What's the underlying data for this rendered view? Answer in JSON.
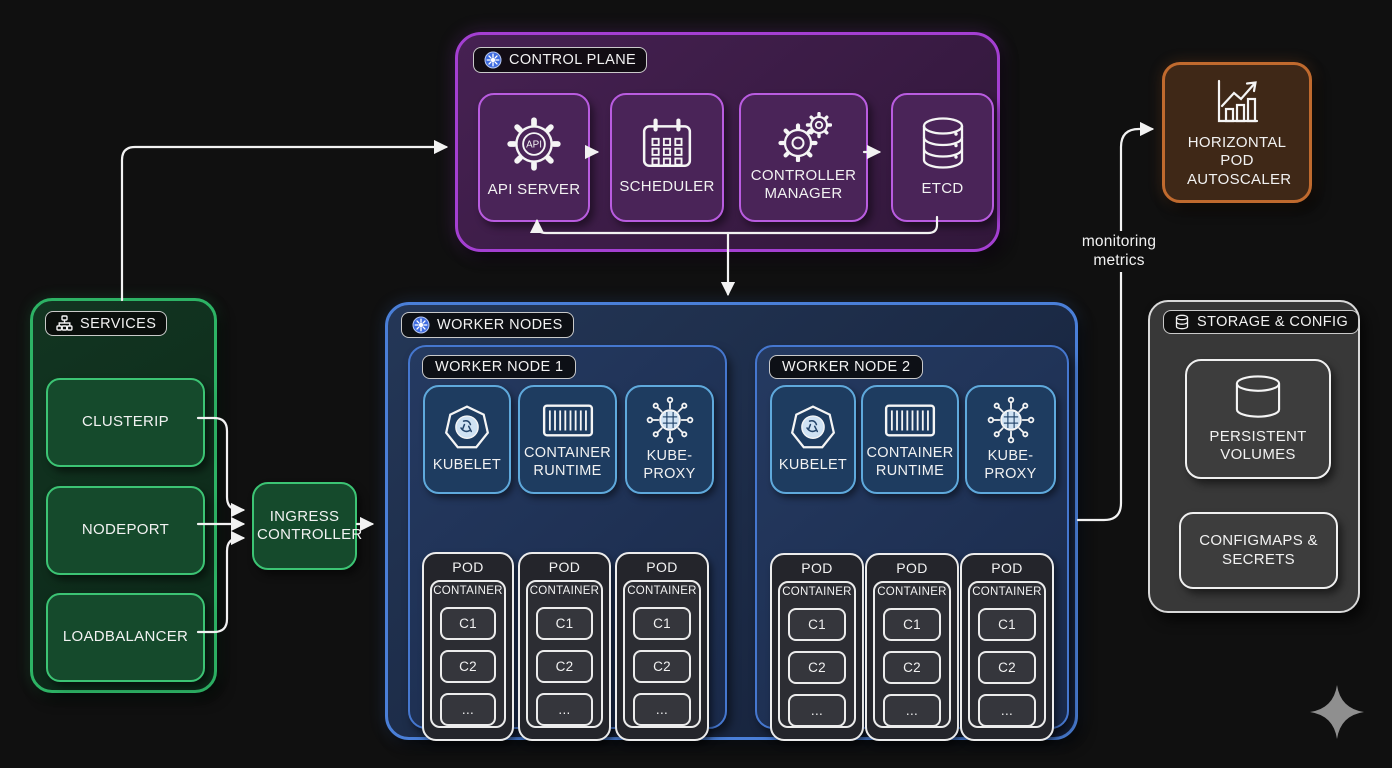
{
  "colors": {
    "background": "#101010",
    "purple_accent": "#a43fd2",
    "blue_accent": "#4a7fd8",
    "light_blue_accent": "#5fa9dc",
    "green_accent": "#2db365",
    "orange_accent": "#c06a2e",
    "gray_accent": "#d9d9d9",
    "wire": "#f2f2f2",
    "k8s_icon_blue": "#3f6ce0"
  },
  "control_plane": {
    "label": "CONTROL PLANE",
    "badge_icon": "kubernetes-wheel-icon",
    "components": [
      {
        "label": "API SERVER",
        "icon": "api-gear-icon",
        "icon_text": "API"
      },
      {
        "label": "SCHEDULER",
        "icon": "calendar-icon"
      },
      {
        "label": "CONTROLLER MANAGER",
        "icon": "dual-gears-icon"
      },
      {
        "label": "ETCD",
        "icon": "database-icon"
      }
    ]
  },
  "services": {
    "label": "SERVICES",
    "badge_icon": "services-sitemap-icon",
    "items": [
      {
        "label": "CLUSTERIP"
      },
      {
        "label": "NODEPORT"
      },
      {
        "label": "LOADBALANCER"
      }
    ]
  },
  "ingress": {
    "label": "INGRESS CONTROLLER"
  },
  "worker_nodes": {
    "label": "WORKER NODES",
    "badge_icon": "kubernetes-wheel-icon",
    "nodes": [
      {
        "label": "WORKER NODE 1",
        "components": [
          "KUBELET",
          "CONTAINER RUNTIME",
          "KUBE-PROXY"
        ]
      },
      {
        "label": "WORKER NODE 2",
        "components": [
          "KUBELET",
          "CONTAINER RUNTIME",
          "KUBE-PROXY"
        ]
      }
    ],
    "component_icons": [
      "kubelet-heptagon-icon",
      "container-icon",
      "network-proxy-icon"
    ]
  },
  "pod": {
    "label": "POD",
    "container_label": "CONTAINER",
    "items": [
      "C1",
      "C2",
      "..."
    ]
  },
  "hpa": {
    "label": "HORIZONTAL POD AUTOSCALER",
    "icon": "growth-chart-icon"
  },
  "storage": {
    "label": "STORAGE & CONFIG",
    "badge_icon": "storage-cylinder-icon",
    "items": [
      {
        "label": "PERSISTENT VOLUMES",
        "icon": "cylinder-icon"
      },
      {
        "label": "CONFIGMAPS & SECRETS"
      }
    ]
  },
  "annotations": {
    "monitoring_line1": "monitoring",
    "monitoring_line2": "metrics"
  }
}
